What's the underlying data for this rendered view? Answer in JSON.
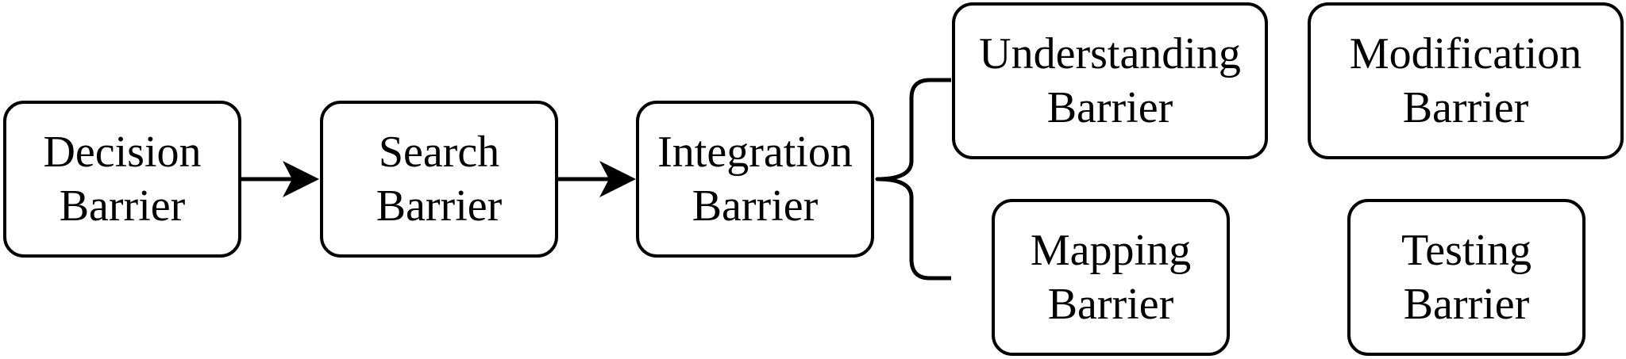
{
  "diagram": {
    "nodes": [
      {
        "id": "decision",
        "lines": [
          "Decision",
          "Barrier"
        ]
      },
      {
        "id": "search",
        "lines": [
          "Search",
          "Barrier"
        ]
      },
      {
        "id": "integration",
        "lines": [
          "Integration",
          "Barrier"
        ]
      },
      {
        "id": "understanding",
        "lines": [
          "Understanding",
          "Barrier"
        ]
      },
      {
        "id": "modification",
        "lines": [
          "Modification",
          "Barrier"
        ]
      },
      {
        "id": "mapping",
        "lines": [
          "Mapping",
          "Barrier"
        ]
      },
      {
        "id": "testing",
        "lines": [
          "Testing",
          "Barrier"
        ]
      }
    ],
    "edges": [
      {
        "from": "decision",
        "to": "search",
        "type": "arrow"
      },
      {
        "from": "search",
        "to": "integration",
        "type": "arrow"
      },
      {
        "from": "integration",
        "to": [
          "understanding",
          "mapping"
        ],
        "type": "curly-brace"
      }
    ]
  }
}
